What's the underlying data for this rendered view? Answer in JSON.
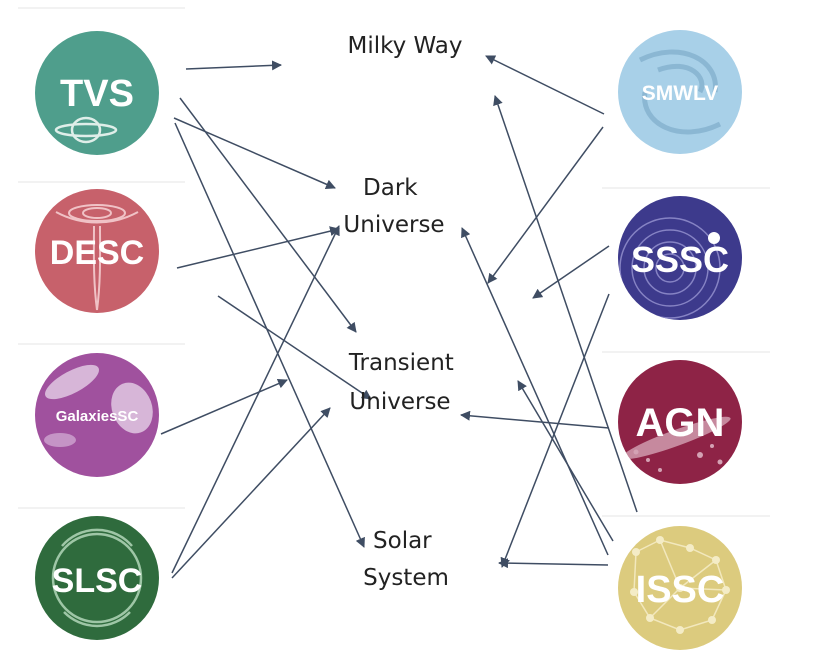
{
  "sources": [
    {
      "id": "tvs",
      "label": "TVS",
      "color": "#4f9e8c",
      "icon": "saturn-icon"
    },
    {
      "id": "desc",
      "label": "DESC",
      "color": "#c7616b",
      "icon": "lens-funnel-icon"
    },
    {
      "id": "galaxies",
      "label": "GalaxiesSC",
      "color": "#a0519e",
      "icon": "galaxy-icon"
    },
    {
      "id": "slsc",
      "label": "SLSC",
      "color": "#2f6b3d",
      "icon": "lens-ring-icon"
    },
    {
      "id": "smwlv",
      "label": "SMWLV",
      "color": "#a8d0e8",
      "icon": "spiral-galaxy-icon"
    },
    {
      "id": "sssc",
      "label": "SSSC",
      "color": "#3d3a8c",
      "icon": "orbits-icon"
    },
    {
      "id": "agn",
      "label": "AGN",
      "color": "#8e2346",
      "icon": "jet-icon"
    },
    {
      "id": "issc",
      "label": "ISSC",
      "color": "#dccb7e",
      "icon": "network-icon"
    }
  ],
  "targets": [
    {
      "id": "milky",
      "lines": [
        "Milky Way"
      ]
    },
    {
      "id": "dark",
      "lines": [
        "Dark",
        "Universe"
      ]
    },
    {
      "id": "transient",
      "lines": [
        "Transient",
        "Universe"
      ]
    },
    {
      "id": "solar",
      "lines": [
        "Solar",
        "System"
      ]
    }
  ],
  "colors": {
    "arrow": "#3f4d63",
    "separator": "#e6e6e6",
    "text": "#222222"
  }
}
